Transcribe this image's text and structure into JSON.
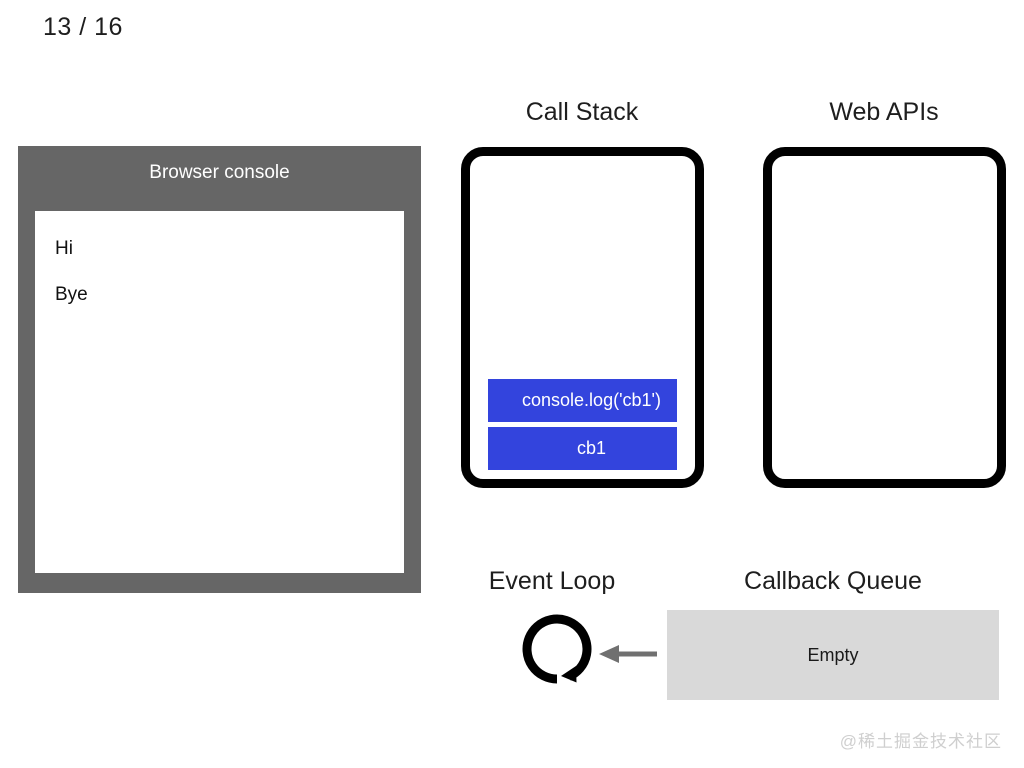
{
  "slide": {
    "counter": "13 / 16",
    "current": 13,
    "total": 16
  },
  "console_panel": {
    "title": "Browser console",
    "frame_color": "#666666",
    "body_color": "#ffffff",
    "lines": [
      "Hi",
      "Bye"
    ]
  },
  "call_stack": {
    "title": "Call Stack",
    "frame_color": "#3344dd",
    "border_color": "#000000",
    "frames": [
      {
        "label": "console.log('cb1')"
      },
      {
        "label": "cb1"
      }
    ]
  },
  "web_apis": {
    "title": "Web APIs",
    "border_color": "#000000",
    "items": []
  },
  "event_loop": {
    "title": "Event Loop",
    "icon": "circular-arrow-icon",
    "arrow_icon": "left-arrow-icon",
    "arrow_color": "#707070",
    "icon_color": "#000000"
  },
  "callback_queue": {
    "title": "Callback Queue",
    "status": "Empty",
    "box_color": "#d9d9d9"
  },
  "watermark": {
    "text": "@稀土掘金技术社区"
  }
}
